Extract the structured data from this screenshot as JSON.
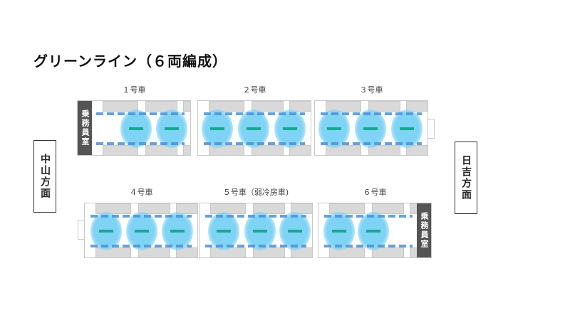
{
  "title": "グリーンライン（６両編成）",
  "directions": {
    "left": "中山方面",
    "right": "日吉方面"
  },
  "crew_room": "乗務員室",
  "cars": [
    {
      "label": "１号車",
      "passengers": 2,
      "cab": "left"
    },
    {
      "label": "２号車",
      "passengers": 3,
      "cab": null
    },
    {
      "label": "３号車",
      "passengers": 3,
      "cab": null
    },
    {
      "label": "４号車",
      "passengers": 3,
      "cab": null
    },
    {
      "label": "５号車（弱冷房車)",
      "passengers": 3,
      "cab": null
    },
    {
      "label": "６号車",
      "passengers": 2,
      "cab": "right"
    }
  ],
  "colors": {
    "crowd": "#7fd3f5",
    "seat_marker": "#16a98f",
    "door_line": "#4a90d9",
    "cab": "#555555"
  }
}
